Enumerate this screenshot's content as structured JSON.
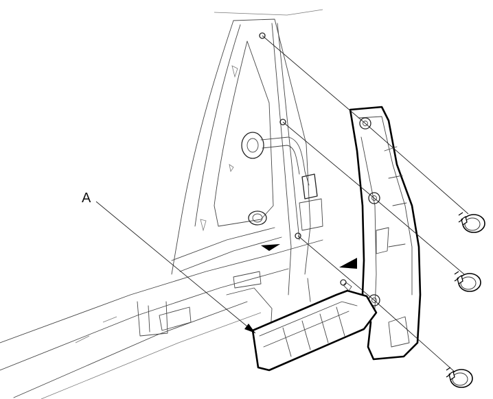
{
  "figure": {
    "callout_label": "A",
    "parts": {
      "body_panel": "body-side-panel",
      "trim_vertical": "rear-pillar-trim",
      "trim_step": "step-trim-piece-a",
      "clip_count": 3
    }
  }
}
